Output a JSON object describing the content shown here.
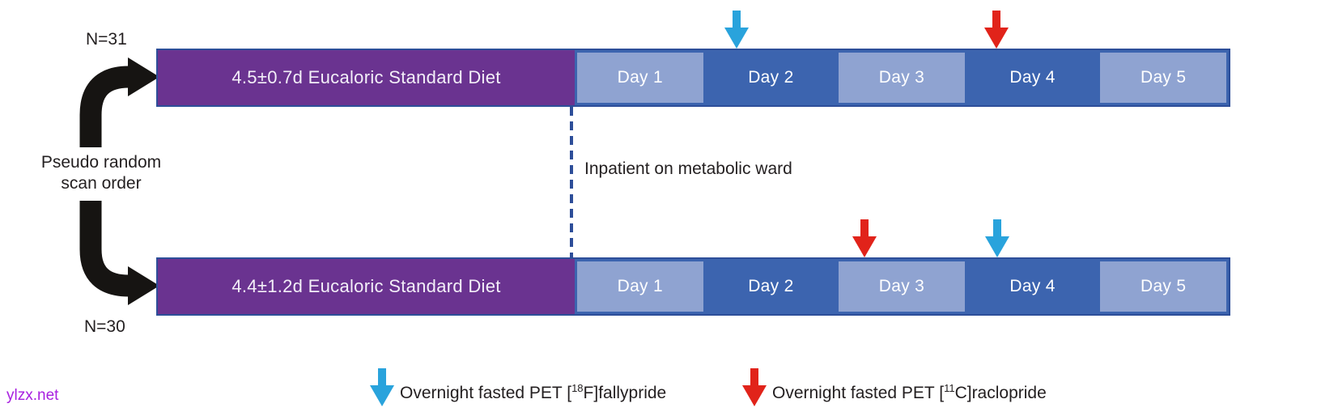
{
  "figure": {
    "randomization": {
      "line1": "Pseudo random",
      "line2": "scan order"
    },
    "inpatient_label": "Inpatient on metabolic ward",
    "arms": {
      "top": {
        "n": "N=31",
        "diet": "4.5±0.7d Eucaloric Standard Diet",
        "days": [
          "Day 1",
          "Day 2",
          "Day 3",
          "Day 4",
          "Day 5"
        ]
      },
      "bottom": {
        "n": "N=30",
        "diet": "4.4±1.2d Eucaloric Standard Diet",
        "days": [
          "Day 1",
          "Day 2",
          "Day 3",
          "Day 4",
          "Day 5"
        ]
      }
    },
    "scan_markers": [
      {
        "arm": "top",
        "day": "Day 2",
        "tracer": "[18F]fallypride",
        "color": "scan_blue"
      },
      {
        "arm": "top",
        "day": "Day 4",
        "tracer": "[11C]raclopride",
        "color": "scan_red"
      },
      {
        "arm": "bottom",
        "day": "Day 3",
        "tracer": "[11C]raclopride",
        "color": "scan_red"
      },
      {
        "arm": "bottom",
        "day": "Day 4",
        "tracer": "[18F]fallypride",
        "color": "scan_blue"
      }
    ],
    "legend": {
      "fallypride": {
        "prefix": "Overnight fasted PET [",
        "isotope": "18",
        "suffix": "F]fallypride"
      },
      "raclopride": {
        "prefix": "Overnight fasted PET [",
        "isotope": "11",
        "suffix": "C]raclopride"
      }
    },
    "watermark": "ylzx.net",
    "colors": {
      "purple": "#6a3390",
      "dark_blue": "#3c64af",
      "light_blue": "#8fa3d1",
      "border_blue": "#2d4e99",
      "scan_blue": "#29a3dc",
      "scan_red": "#e1231a",
      "ink": "#231f20",
      "watermark": "#a820e0"
    }
  }
}
